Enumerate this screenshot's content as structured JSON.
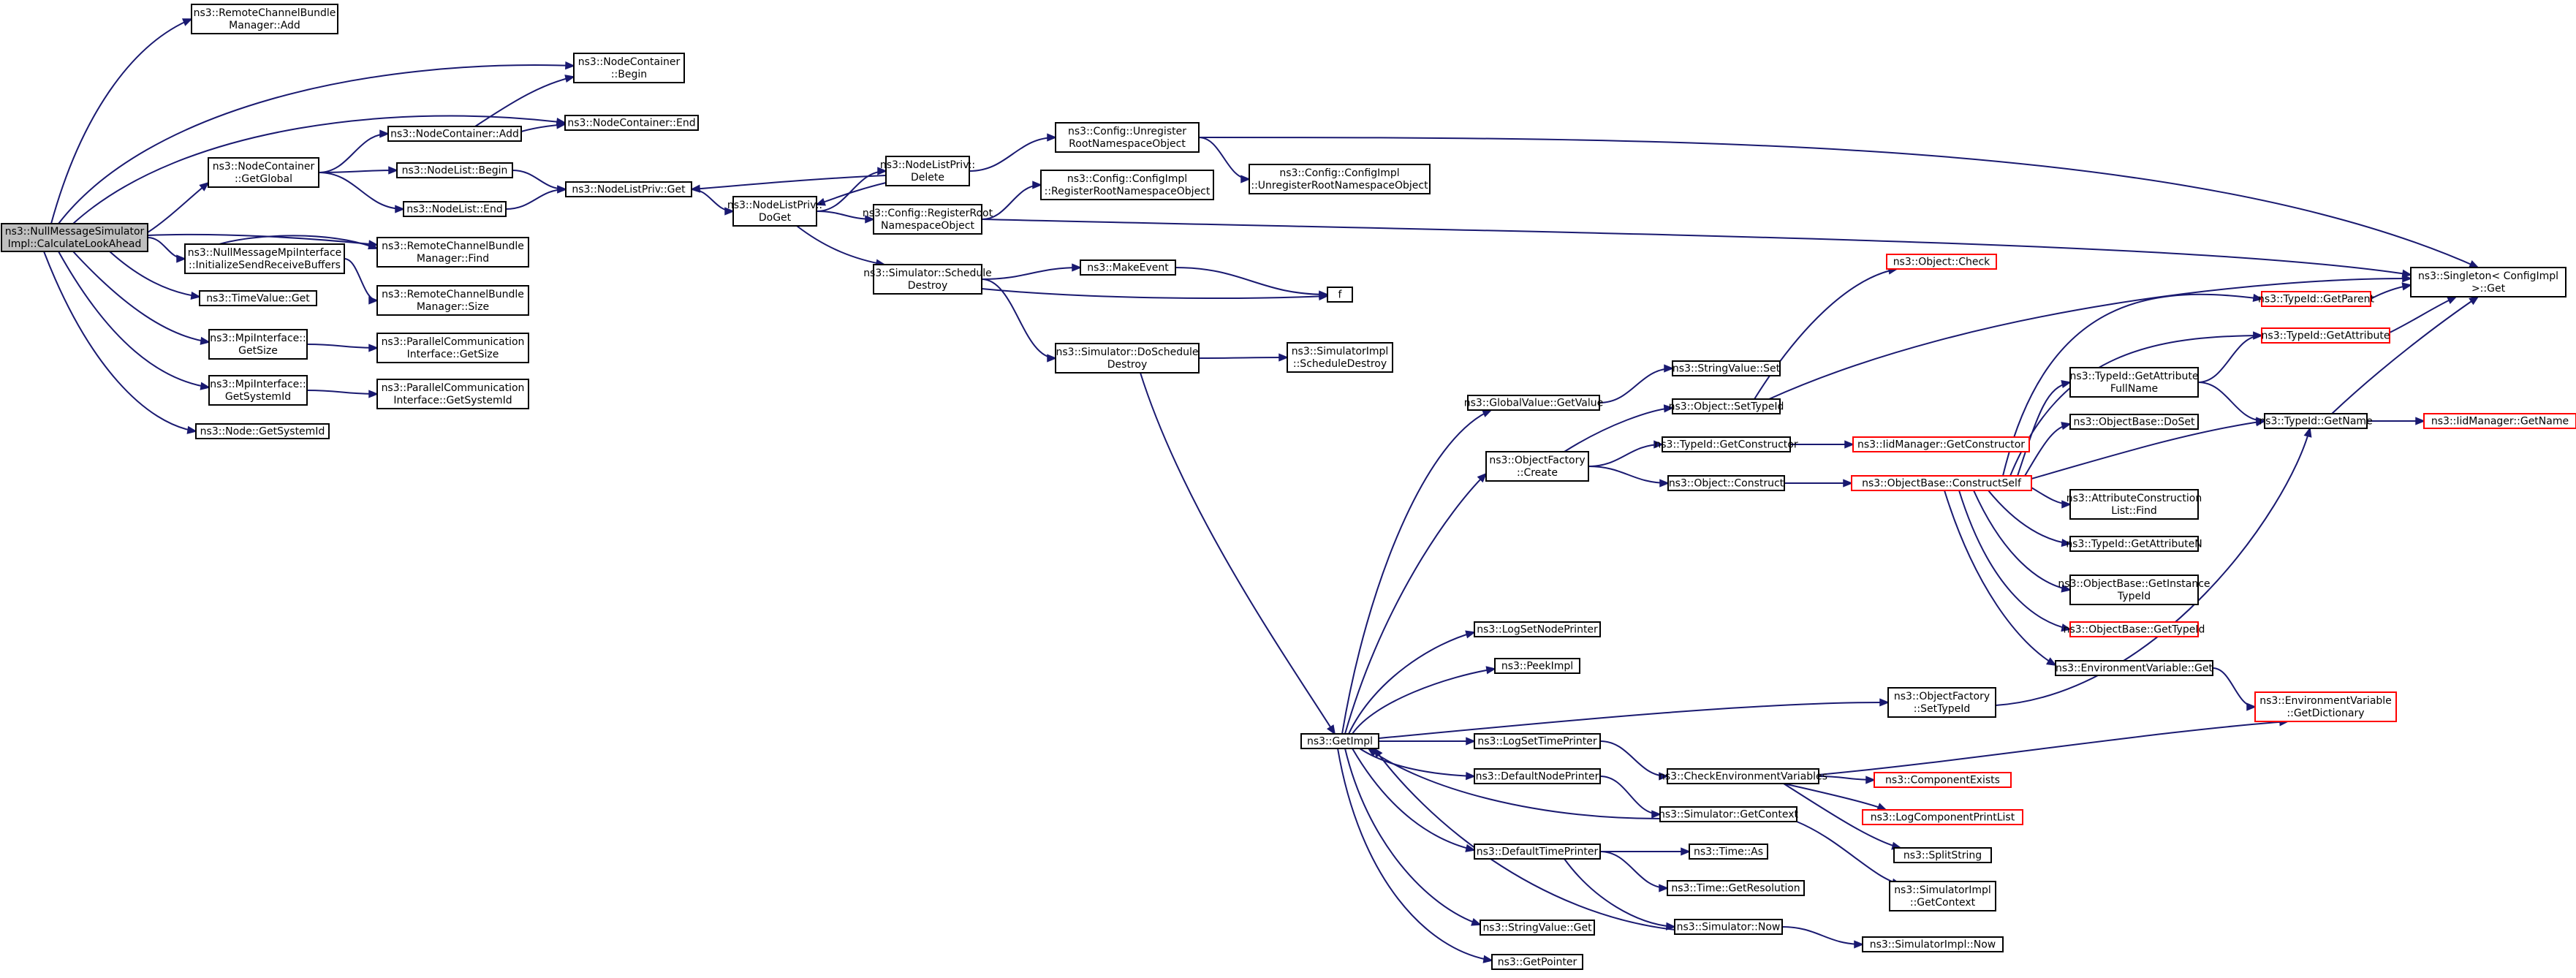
{
  "diagram": {
    "type": "call-graph",
    "colors": {
      "edge": "#191970",
      "node_border": "#000000",
      "truncated_border": "#ff0000",
      "root_fill": "#bfbfbf",
      "node_fill": "#ffffff"
    },
    "nodes": [
      {
        "id": "root",
        "lines": [
          "ns3::NullMessageSimulator",
          "Impl::CalculateLookAhead"
        ],
        "root": true
      },
      {
        "id": "rcbm_add",
        "lines": [
          "ns3::RemoteChannelBundle",
          "Manager::Add"
        ]
      },
      {
        "id": "nc_begin",
        "lines": [
          "ns3::NodeContainer",
          "::Begin"
        ]
      },
      {
        "id": "nc_end",
        "lines": [
          "ns3::NodeContainer::End"
        ]
      },
      {
        "id": "nc_add",
        "lines": [
          "ns3::NodeContainer::Add"
        ]
      },
      {
        "id": "nc_getglobal",
        "lines": [
          "ns3::NodeContainer",
          "::GetGlobal"
        ]
      },
      {
        "id": "nl_begin",
        "lines": [
          "ns3::NodeList::Begin"
        ]
      },
      {
        "id": "nl_end",
        "lines": [
          "ns3::NodeList::End"
        ]
      },
      {
        "id": "nlp_get",
        "lines": [
          "ns3::NodeListPriv::Get"
        ]
      },
      {
        "id": "nlp_doget",
        "lines": [
          "ns3::NodeListPriv::",
          "DoGet"
        ]
      },
      {
        "id": "nlp_delete",
        "lines": [
          "ns3::NodeListPriv::",
          "Delete"
        ]
      },
      {
        "id": "cfg_unreg",
        "lines": [
          "ns3::Config::Unregister",
          "RootNamespaceObject"
        ]
      },
      {
        "id": "cfgimpl_reg",
        "lines": [
          "ns3::Config::ConfigImpl",
          "::RegisterRootNamespaceObject"
        ]
      },
      {
        "id": "cfgimpl_unreg",
        "lines": [
          "ns3::Config::ConfigImpl",
          "::UnregisterRootNamespaceObject"
        ]
      },
      {
        "id": "cfg_reg",
        "lines": [
          "ns3::Config::RegisterRoot",
          "NamespaceObject"
        ]
      },
      {
        "id": "sim_sched",
        "lines": [
          "ns3::Simulator::Schedule",
          "Destroy"
        ]
      },
      {
        "id": "makeevent",
        "lines": [
          "ns3::MakeEvent"
        ]
      },
      {
        "id": "f",
        "lines": [
          "f"
        ]
      },
      {
        "id": "sim_dosched",
        "lines": [
          "ns3::Simulator::DoSchedule",
          "Destroy"
        ]
      },
      {
        "id": "simimpl_sched",
        "lines": [
          "ns3::SimulatorImpl",
          "::ScheduleDestroy"
        ]
      },
      {
        "id": "nmmpi_init",
        "lines": [
          "ns3::NullMessageMpiInterface",
          "::InitializeSendReceiveBuffers"
        ]
      },
      {
        "id": "rcbm_find",
        "lines": [
          "ns3::RemoteChannelBundle",
          "Manager::Find"
        ]
      },
      {
        "id": "rcbm_size",
        "lines": [
          "ns3::RemoteChannelBundle",
          "Manager::Size"
        ]
      },
      {
        "id": "timevalue_get",
        "lines": [
          "ns3::TimeValue::Get"
        ]
      },
      {
        "id": "mpi_getsize",
        "lines": [
          "ns3::MpiInterface::",
          "GetSize"
        ]
      },
      {
        "id": "pci_getsize",
        "lines": [
          "ns3::ParallelCommunication",
          "Interface::GetSize"
        ]
      },
      {
        "id": "mpi_getsysid",
        "lines": [
          "ns3::MpiInterface::",
          "GetSystemId"
        ]
      },
      {
        "id": "pci_getsysid",
        "lines": [
          "ns3::ParallelCommunication",
          "Interface::GetSystemId"
        ]
      },
      {
        "id": "node_getsysid",
        "lines": [
          "ns3::Node::GetSystemId"
        ]
      },
      {
        "id": "singleton_get",
        "lines": [
          "ns3::Singleton< ConfigImpl",
          " >::Get"
        ]
      },
      {
        "id": "object_check",
        "lines": [
          "ns3::Object::Check"
        ],
        "truncated": true
      },
      {
        "id": "typeid_getparent",
        "lines": [
          "ns3::TypeId::GetParent"
        ],
        "truncated": true
      },
      {
        "id": "typeid_getattribute",
        "lines": [
          "ns3::TypeId::GetAttribute"
        ],
        "truncated": true
      },
      {
        "id": "stringvalue_set",
        "lines": [
          "ns3::StringValue::Set"
        ]
      },
      {
        "id": "globalvalue_getvalue",
        "lines": [
          "ns3::GlobalValue::GetValue"
        ]
      },
      {
        "id": "object_settypeid",
        "lines": [
          "ns3::Object::SetTypeId"
        ]
      },
      {
        "id": "typeid_getattrfull",
        "lines": [
          "ns3::TypeId::GetAttribute",
          "FullName"
        ]
      },
      {
        "id": "objectbase_doset",
        "lines": [
          "ns3::ObjectBase::DoSet"
        ]
      },
      {
        "id": "of_create",
        "lines": [
          "ns3::ObjectFactory",
          "::Create"
        ]
      },
      {
        "id": "typeid_getconstructor",
        "lines": [
          "ns3::TypeId::GetConstructor"
        ]
      },
      {
        "id": "iidm_getconstructor",
        "lines": [
          "ns3::IidManager::GetConstructor"
        ],
        "truncated": true
      },
      {
        "id": "typeid_getname",
        "lines": [
          "ns3::TypeId::GetName"
        ]
      },
      {
        "id": "iidm_getname",
        "lines": [
          "ns3::IidManager::GetName"
        ],
        "truncated": true
      },
      {
        "id": "object_construct",
        "lines": [
          "ns3::Object::Construct"
        ]
      },
      {
        "id": "ob_constructself",
        "lines": [
          "ns3::ObjectBase::ConstructSelf"
        ],
        "truncated": true
      },
      {
        "id": "acl_find",
        "lines": [
          "ns3::AttributeConstruction",
          "List::Find"
        ]
      },
      {
        "id": "typeid_getattrn",
        "lines": [
          "ns3::TypeId::GetAttributeN"
        ]
      },
      {
        "id": "ob_getinstance",
        "lines": [
          "ns3::ObjectBase::GetInstance",
          "TypeId"
        ]
      },
      {
        "id": "ob_gettypeid",
        "lines": [
          "ns3::ObjectBase::GetTypeId"
        ],
        "truncated": true
      },
      {
        "id": "lognodeprinter",
        "lines": [
          "ns3::LogSetNodePrinter"
        ]
      },
      {
        "id": "peekimpl",
        "lines": [
          "ns3::PeekImpl"
        ]
      },
      {
        "id": "envvar_get",
        "lines": [
          "ns3::EnvironmentVariable::Get"
        ]
      },
      {
        "id": "of_settypeid",
        "lines": [
          "ns3::ObjectFactory",
          "::SetTypeId"
        ]
      },
      {
        "id": "envvar_getdict",
        "lines": [
          "ns3::EnvironmentVariable",
          "::GetDictionary"
        ],
        "truncated": true
      },
      {
        "id": "getimpl",
        "lines": [
          "ns3::GetImpl"
        ]
      },
      {
        "id": "logtimeprinter",
        "lines": [
          "ns3::LogSetTimePrinter"
        ]
      },
      {
        "id": "checkenv",
        "lines": [
          "ns3::CheckEnvironmentVariables"
        ]
      },
      {
        "id": "defaultnodeprinter",
        "lines": [
          "ns3::DefaultNodePrinter"
        ]
      },
      {
        "id": "componentexists",
        "lines": [
          "ns3::ComponentExists"
        ],
        "truncated": true
      },
      {
        "id": "sim_getcontext",
        "lines": [
          "ns3::Simulator::GetContext"
        ]
      },
      {
        "id": "logcomplist",
        "lines": [
          "ns3::LogComponentPrintList"
        ],
        "truncated": true
      },
      {
        "id": "defaulttimeprinter",
        "lines": [
          "ns3::DefaultTimePrinter"
        ]
      },
      {
        "id": "time_as",
        "lines": [
          "ns3::Time::As"
        ]
      },
      {
        "id": "splitstring",
        "lines": [
          "ns3::SplitString"
        ]
      },
      {
        "id": "time_getres",
        "lines": [
          "ns3::Time::GetResolution"
        ]
      },
      {
        "id": "simimpl_getcontext",
        "lines": [
          "ns3::SimulatorImpl",
          "::GetContext"
        ]
      },
      {
        "id": "stringvalue_get",
        "lines": [
          "ns3::StringValue::Get"
        ]
      },
      {
        "id": "sim_now",
        "lines": [
          "ns3::Simulator::Now"
        ]
      },
      {
        "id": "simimpl_now",
        "lines": [
          "ns3::SimulatorImpl::Now"
        ]
      },
      {
        "id": "getpointer",
        "lines": [
          "ns3::GetPointer"
        ]
      }
    ],
    "edges": [
      [
        "root",
        "rcbm_add"
      ],
      [
        "root",
        "nc_begin"
      ],
      [
        "root",
        "nc_end"
      ],
      [
        "root",
        "nc_getglobal"
      ],
      [
        "root",
        "nmmpi_init"
      ],
      [
        "root",
        "rcbm_find"
      ],
      [
        "root",
        "timevalue_get"
      ],
      [
        "root",
        "mpi_getsize"
      ],
      [
        "root",
        "mpi_getsysid"
      ],
      [
        "root",
        "node_getsysid"
      ],
      [
        "nc_getglobal",
        "nc_add"
      ],
      [
        "nc_getglobal",
        "nl_begin"
      ],
      [
        "nc_getglobal",
        "nl_end"
      ],
      [
        "nc_add",
        "nc_begin"
      ],
      [
        "nc_add",
        "nc_end"
      ],
      [
        "nl_begin",
        "nlp_get"
      ],
      [
        "nl_end",
        "nlp_get"
      ],
      [
        "nlp_get",
        "nlp_doget"
      ],
      [
        "nlp_doget",
        "nlp_delete"
      ],
      [
        "nlp_doget",
        "cfg_reg"
      ],
      [
        "nlp_doget",
        "sim_sched"
      ],
      [
        "nlp_delete",
        "nlp_get"
      ],
      [
        "nlp_delete",
        "nlp_doget"
      ],
      [
        "nlp_delete",
        "cfg_unreg"
      ],
      [
        "cfg_unreg",
        "cfgimpl_unreg"
      ],
      [
        "cfg_unreg",
        "singleton_get"
      ],
      [
        "cfg_reg",
        "cfgimpl_reg"
      ],
      [
        "cfg_reg",
        "singleton_get"
      ],
      [
        "sim_sched",
        "makeevent"
      ],
      [
        "sim_sched",
        "f"
      ],
      [
        "sim_sched",
        "sim_dosched"
      ],
      [
        "makeevent",
        "f"
      ],
      [
        "sim_dosched",
        "simimpl_sched"
      ],
      [
        "sim_dosched",
        "getimpl"
      ],
      [
        "nmmpi_init",
        "rcbm_find"
      ],
      [
        "nmmpi_init",
        "rcbm_size"
      ],
      [
        "mpi_getsize",
        "pci_getsize"
      ],
      [
        "mpi_getsysid",
        "pci_getsysid"
      ],
      [
        "getimpl",
        "globalvalue_getvalue"
      ],
      [
        "getimpl",
        "of_create"
      ],
      [
        "getimpl",
        "lognodeprinter"
      ],
      [
        "getimpl",
        "peekimpl"
      ],
      [
        "getimpl",
        "of_settypeid"
      ],
      [
        "getimpl",
        "logtimeprinter"
      ],
      [
        "getimpl",
        "defaultnodeprinter"
      ],
      [
        "getimpl",
        "defaulttimeprinter"
      ],
      [
        "getimpl",
        "stringvalue_get"
      ],
      [
        "getimpl",
        "getpointer"
      ],
      [
        "globalvalue_getvalue",
        "stringvalue_set"
      ],
      [
        "of_create",
        "object_settypeid"
      ],
      [
        "of_create",
        "typeid_getconstructor"
      ],
      [
        "of_create",
        "object_construct"
      ],
      [
        "object_settypeid",
        "object_check"
      ],
      [
        "object_settypeid",
        "singleton_get"
      ],
      [
        "typeid_getconstructor",
        "iidm_getconstructor"
      ],
      [
        "object_construct",
        "ob_constructself"
      ],
      [
        "ob_constructself",
        "typeid_getparent"
      ],
      [
        "ob_constructself",
        "typeid_getattribute"
      ],
      [
        "ob_constructself",
        "typeid_getattrfull"
      ],
      [
        "ob_constructself",
        "objectbase_doset"
      ],
      [
        "ob_constructself",
        "typeid_getname"
      ],
      [
        "ob_constructself",
        "acl_find"
      ],
      [
        "ob_constructself",
        "typeid_getattrn"
      ],
      [
        "ob_constructself",
        "ob_getinstance"
      ],
      [
        "ob_constructself",
        "ob_gettypeid"
      ],
      [
        "ob_constructself",
        "envvar_get"
      ],
      [
        "typeid_getparent",
        "singleton_get"
      ],
      [
        "typeid_getattribute",
        "singleton_get"
      ],
      [
        "typeid_getattrfull",
        "typeid_getattribute"
      ],
      [
        "typeid_getattrfull",
        "typeid_getname"
      ],
      [
        "typeid_getname",
        "singleton_get"
      ],
      [
        "typeid_getname",
        "iidm_getname"
      ],
      [
        "envvar_get",
        "envvar_getdict"
      ],
      [
        "of_settypeid",
        "typeid_getname"
      ],
      [
        "logtimeprinter",
        "checkenv"
      ],
      [
        "checkenv",
        "envvar_getdict"
      ],
      [
        "checkenv",
        "componentexists"
      ],
      [
        "checkenv",
        "logcomplist"
      ],
      [
        "checkenv",
        "splitstring"
      ],
      [
        "defaultnodeprinter",
        "sim_getcontext"
      ],
      [
        "sim_getcontext",
        "getimpl"
      ],
      [
        "sim_getcontext",
        "simimpl_getcontext"
      ],
      [
        "defaulttimeprinter",
        "time_as"
      ],
      [
        "defaulttimeprinter",
        "time_getres"
      ],
      [
        "defaulttimeprinter",
        "sim_now"
      ],
      [
        "sim_now",
        "getimpl"
      ],
      [
        "sim_now",
        "simimpl_now"
      ]
    ]
  }
}
